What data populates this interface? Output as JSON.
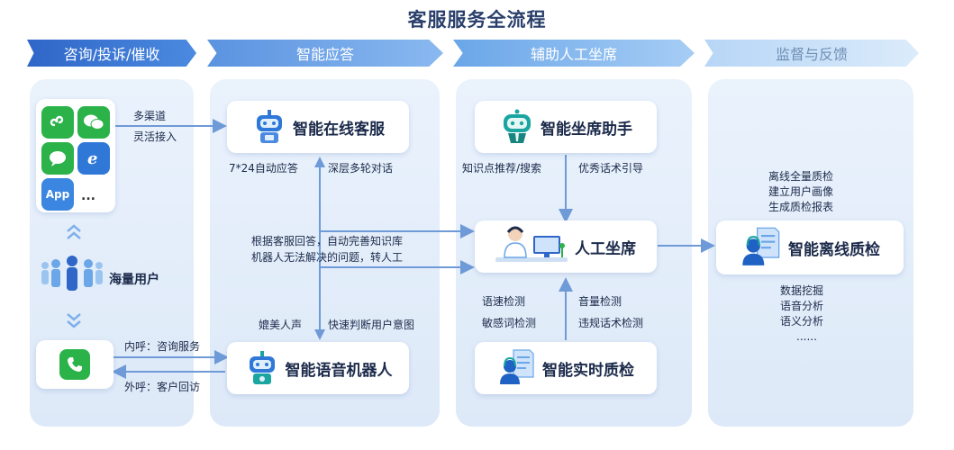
{
  "title": "客服服务全流程",
  "stages": [
    {
      "label": "咨询/投诉/催收"
    },
    {
      "label": "智能应答"
    },
    {
      "label": "辅助人工坐席"
    },
    {
      "label": "监督与反馈"
    }
  ],
  "col1": {
    "apps": [
      "App",
      "..."
    ],
    "users_label": "海量用户",
    "channel_lines": [
      "多渠道",
      "灵活接入"
    ],
    "inbound": "内呼：咨询服务",
    "outbound": "外呼：客户回访"
  },
  "col2": {
    "online_bot": "智能在线客服",
    "voice_bot": "智能语音机器人",
    "online_left": "7*24自动应答",
    "online_right": "深层多轮对话",
    "middle_lines": [
      "根据客服回答，自动完善知识库",
      "机器人无法解决的问题，转人工"
    ],
    "voice_left": "媲美人声",
    "voice_right": "快速判断用户意图"
  },
  "col3": {
    "assistant": "智能坐席助手",
    "human": "人工坐席",
    "realtime_qc": "智能实时质检",
    "assist_left": "知识点推荐/搜索",
    "assist_right": "优秀话术引导",
    "qc_left": [
      "语速检测",
      "敏感词检测"
    ],
    "qc_right": [
      "音量检测",
      "违规话术检测"
    ]
  },
  "col4": {
    "offline_qc": "智能离线质检",
    "top_lines": [
      "离线全量质检",
      "建立用户画像",
      "生成质检报表"
    ],
    "bottom_lines": [
      "数据挖掘",
      "语音分析",
      "语义分析",
      "......"
    ]
  },
  "colors": {
    "accent": "#2f66c8",
    "arrow": "#6f9ad8",
    "panel": "#e4eefa",
    "robot_teal": "#1aa5a0",
    "robot_blue": "#2f78d8"
  }
}
